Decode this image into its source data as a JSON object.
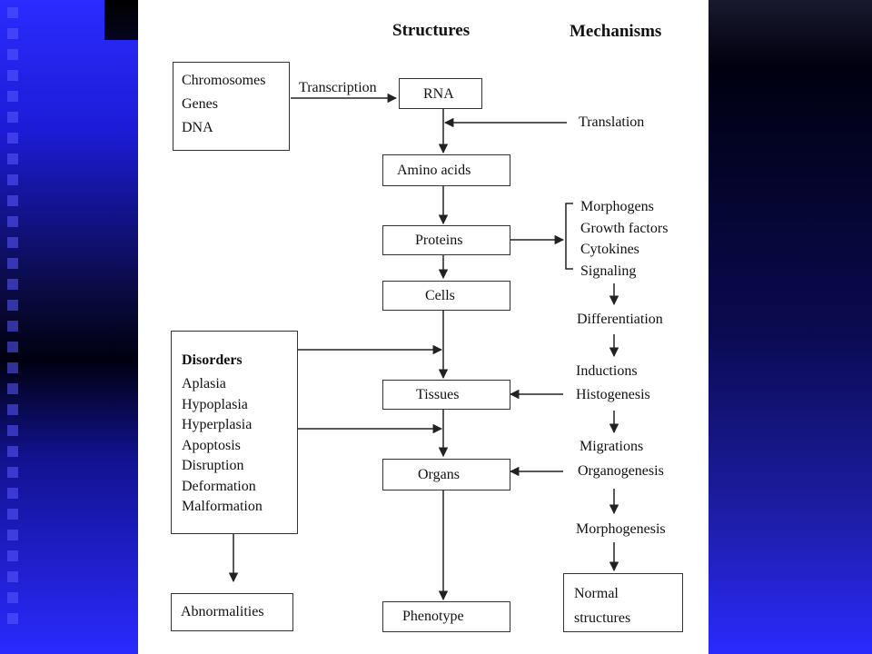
{
  "headers": {
    "structures": "Structures",
    "mechanisms": "Mechanisms"
  },
  "left_boxes": {
    "genetic_material": [
      "Chromosomes",
      "Genes",
      "DNA"
    ],
    "disorders_title": "Disorders",
    "disorders": [
      "Aplasia",
      "Hypoplasia",
      "Hyperplasia",
      "Apoptosis",
      "Disruption",
      "Deformation",
      "Malformation"
    ],
    "abnormalities": "Abnormalities"
  },
  "structures": {
    "rna": "RNA",
    "amino_acids": "Amino acids",
    "proteins": "Proteins",
    "cells": "Cells",
    "tissues": "Tissues",
    "organs": "Organs",
    "phenotype": "Phenotype"
  },
  "mechanisms": {
    "transcription": "Transcription",
    "translation": "Translation",
    "signals": [
      "Morphogens",
      "Growth factors",
      "Cytokines",
      "Signaling"
    ],
    "differentiation": "Differentiation",
    "inductions": "Inductions",
    "histogenesis": "Histogenesis",
    "migrations": "Migrations",
    "organogenesis": "Organogenesis",
    "morphogenesis": "Morphogenesis",
    "normal_structures": [
      "Normal",
      "structures"
    ]
  }
}
